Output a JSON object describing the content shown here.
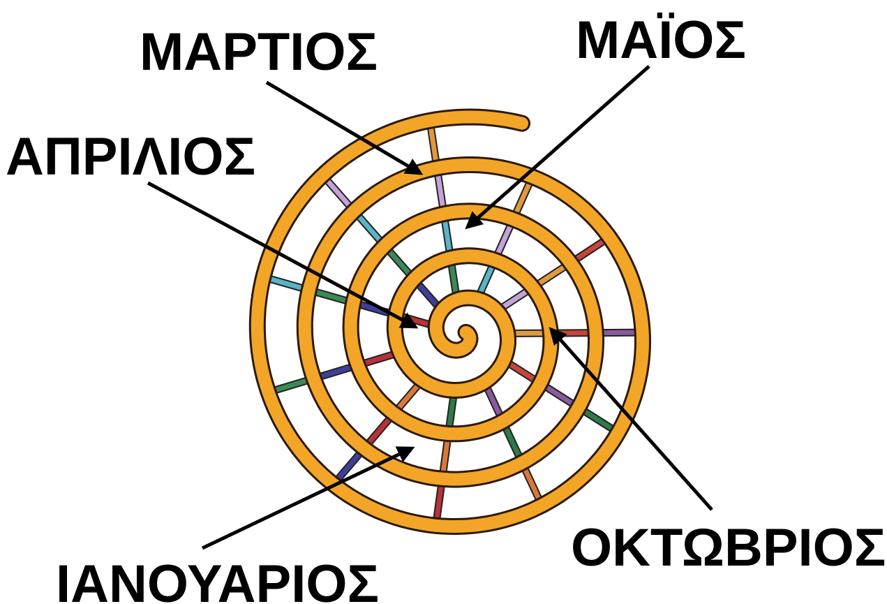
{
  "labels": {
    "march": "ΜΑΡΤΙΟΣ",
    "may": "ΜΑΪΟΣ",
    "april": "ΑΠΡΙΛΙΟΣ",
    "october": "ΟΚΤΩΒΡΙΟΣ",
    "january": "ΙΑΝΟΥΑΡΙΟΣ"
  },
  "colors": {
    "spiral_fill": "#f2a527",
    "spiral_outline": "#2a1a08",
    "arrow": "#000000",
    "spoke_colors": [
      "#b8323a",
      "#3f3f9a",
      "#3a8a55",
      "#5ab4c8",
      "#c3a3d8",
      "#e09a3e",
      "#c9443a",
      "#8a5aa0",
      "#2f7a4a",
      "#d8783a"
    ]
  }
}
